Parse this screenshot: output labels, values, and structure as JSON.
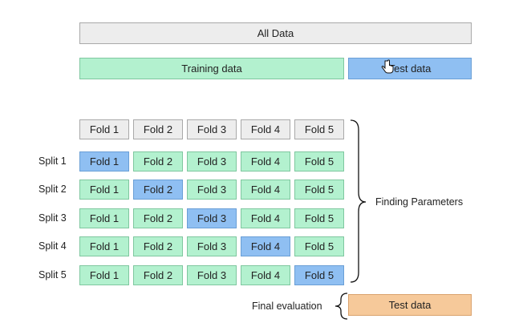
{
  "top": {
    "all_data": "All Data",
    "training_data": "Training data",
    "test_data": "Test data"
  },
  "header_folds": [
    "Fold 1",
    "Fold 2",
    "Fold 3",
    "Fold 4",
    "Fold 5"
  ],
  "splits": [
    {
      "label": "Split 1",
      "folds": [
        "Fold 1",
        "Fold 2",
        "Fold 3",
        "Fold 4",
        "Fold 5"
      ],
      "test_fold_index": 0
    },
    {
      "label": "Split 2",
      "folds": [
        "Fold 1",
        "Fold 2",
        "Fold 3",
        "Fold 4",
        "Fold 5"
      ],
      "test_fold_index": 1
    },
    {
      "label": "Split 3",
      "folds": [
        "Fold 1",
        "Fold 2",
        "Fold 3",
        "Fold 4",
        "Fold 5"
      ],
      "test_fold_index": 2
    },
    {
      "label": "Split 4",
      "folds": [
        "Fold 1",
        "Fold 2",
        "Fold 3",
        "Fold 4",
        "Fold 5"
      ],
      "test_fold_index": 3
    },
    {
      "label": "Split 5",
      "folds": [
        "Fold 1",
        "Fold 2",
        "Fold 3",
        "Fold 4",
        "Fold 5"
      ],
      "test_fold_index": 4
    }
  ],
  "finding_parameters": "Finding Parameters",
  "final_evaluation": "Final evaluation",
  "final_test_data": "Test data",
  "colors": {
    "gray": "#ededed",
    "green": "#b3f1cf",
    "blue": "#8fbff2",
    "orange": "#f6c99a"
  }
}
